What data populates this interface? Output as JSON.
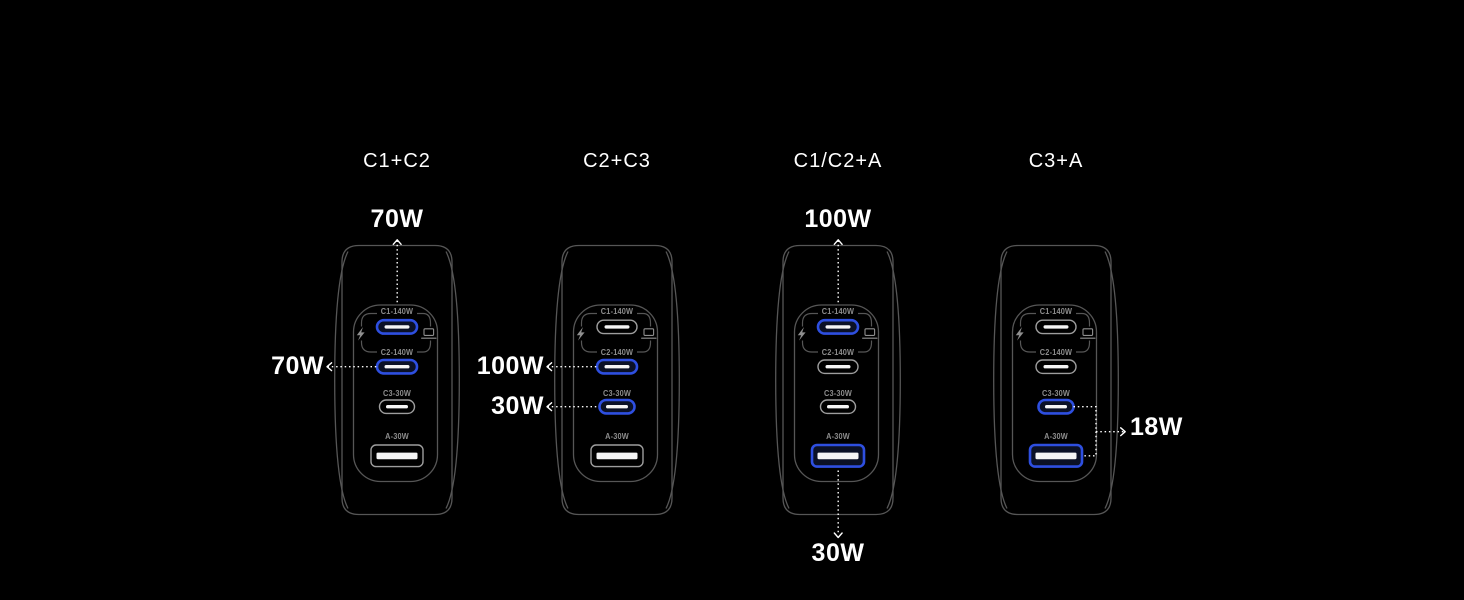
{
  "background": "#000000",
  "colors": {
    "accent_blue": "#2E4FE0",
    "outline_gray": "#565656",
    "inactive_port_gray": "#9E9E9E",
    "port_label_gray": "#8D8D8D",
    "callout_white": "#FFFFFF"
  },
  "chargers": [
    {
      "title": "C1+C2",
      "ports": [
        {
          "label": "C1-140W",
          "type": "usb-c",
          "active": true
        },
        {
          "label": "C2-140W",
          "type": "usb-c",
          "active": true
        },
        {
          "label": "C3-30W",
          "type": "usb-c",
          "active": false
        },
        {
          "label": "A-30W",
          "type": "usb-a",
          "active": false
        }
      ],
      "callouts": [
        {
          "text": "70W",
          "side": "top",
          "target": "C1"
        },
        {
          "text": "70W",
          "side": "left",
          "target": "C2"
        }
      ]
    },
    {
      "title": "C2+C3",
      "ports": [
        {
          "label": "C1-140W",
          "type": "usb-c",
          "active": false
        },
        {
          "label": "C2-140W",
          "type": "usb-c",
          "active": true
        },
        {
          "label": "C3-30W",
          "type": "usb-c",
          "active": true
        },
        {
          "label": "A-30W",
          "type": "usb-a",
          "active": false
        }
      ],
      "callouts": [
        {
          "text": "100W",
          "side": "left",
          "target": "C2"
        },
        {
          "text": "30W",
          "side": "left",
          "target": "C3"
        }
      ]
    },
    {
      "title": "C1/C2+A",
      "ports": [
        {
          "label": "C1-140W",
          "type": "usb-c",
          "active": true
        },
        {
          "label": "C2-140W",
          "type": "usb-c",
          "active": false
        },
        {
          "label": "C3-30W",
          "type": "usb-c",
          "active": false
        },
        {
          "label": "A-30W",
          "type": "usb-a",
          "active": true
        }
      ],
      "callouts": [
        {
          "text": "100W",
          "side": "top",
          "target": "C1"
        },
        {
          "text": "30W",
          "side": "bottom",
          "target": "A"
        }
      ]
    },
    {
      "title": "C3+A",
      "ports": [
        {
          "label": "C1-140W",
          "type": "usb-c",
          "active": false
        },
        {
          "label": "C2-140W",
          "type": "usb-c",
          "active": false
        },
        {
          "label": "C3-30W",
          "type": "usb-c",
          "active": true
        },
        {
          "label": "A-30W",
          "type": "usb-a",
          "active": true
        }
      ],
      "callouts": [
        {
          "text": "18W",
          "side": "right",
          "target": "C3+A"
        }
      ]
    }
  ]
}
